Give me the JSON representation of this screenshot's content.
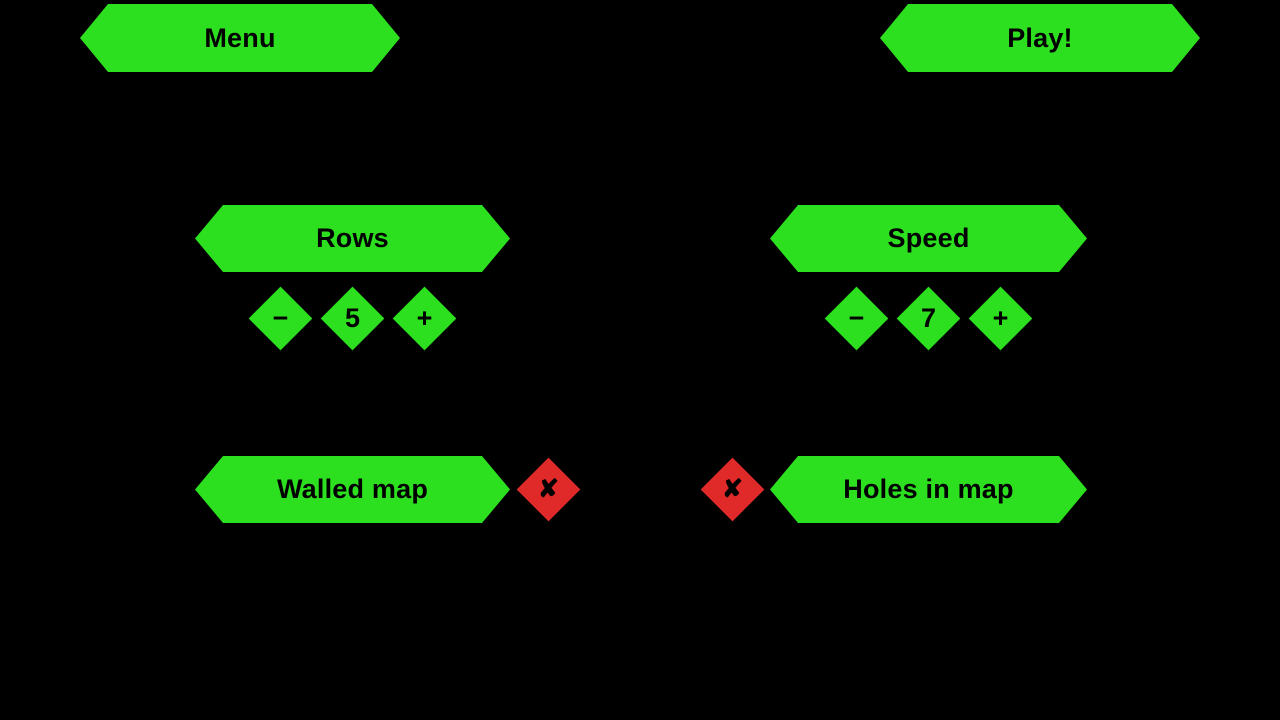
{
  "theme": {
    "background": "#000000",
    "accent_green": "#2CE01F",
    "accent_red": "#E02A2A",
    "text_color": "#000000"
  },
  "top_bar": {
    "menu_button": "Menu",
    "play_button": "Play!"
  },
  "settings": {
    "rows": {
      "title": "Rows",
      "value": "5",
      "decrement_label": "−",
      "increment_label": "+"
    },
    "speed": {
      "title": "Speed",
      "value": "7",
      "decrement_label": "−",
      "increment_label": "+"
    },
    "walled_map": {
      "title": "Walled map",
      "state_glyph": "✘",
      "state_color": "#E02A2A"
    },
    "holes_in_map": {
      "title": "Holes in map",
      "state_glyph": "✘",
      "state_color": "#E02A2A"
    }
  }
}
